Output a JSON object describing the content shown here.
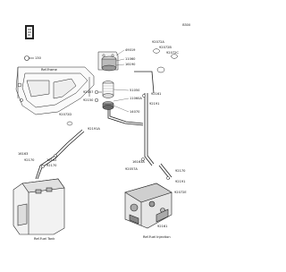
{
  "page_code": "B300",
  "reference_labels": {
    "frame": "Ref.Frame",
    "fuel_tank": "Ref.Fuel Tank",
    "fuel_injection": "Ref.Fuel Injection"
  },
  "part_numbers": {
    "p130": "130",
    "p49019": "49019",
    "p11060": "11060",
    "p16190": "16190",
    "p92072a": "92072A",
    "p92072b": "92072B",
    "p92072c": "92072C",
    "p92057": "92057",
    "p92150": "92150",
    "p51050": "51050",
    "p11060a": "11060A",
    "p92072d": "92072D",
    "p14070": "14070",
    "p92161": "92161",
    "p92191": "92191",
    "p92191a": "92191A",
    "p92170": "92170",
    "p92170b": "92170",
    "p16163": "16163",
    "p16163a": "16163A",
    "p16162": "16162",
    "p92057a": "92057A",
    "p92170c": "92170",
    "p92191b": "92191",
    "p92072e": "92072E",
    "p92161b": "92161"
  }
}
